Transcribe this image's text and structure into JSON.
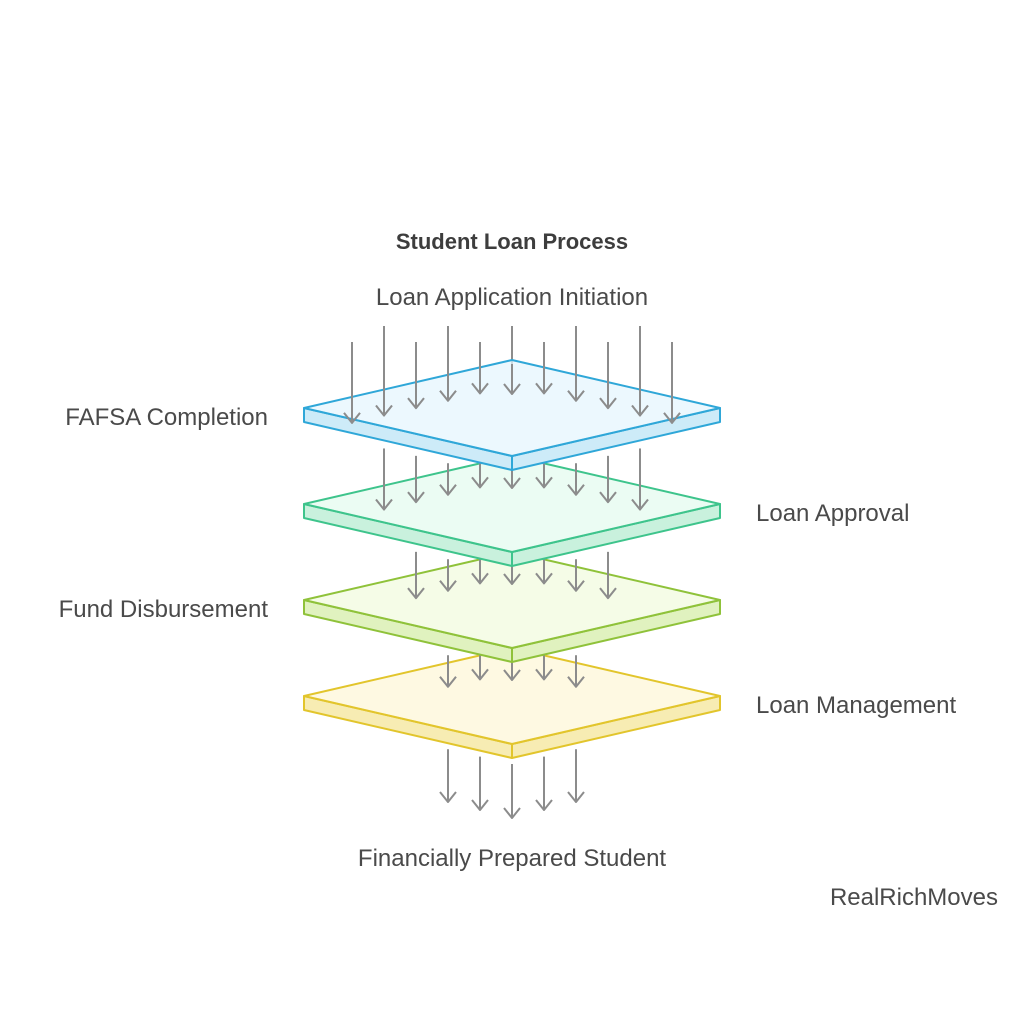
{
  "diagram": {
    "title": "Student Loan Process",
    "input_label": "Loan Application Initiation",
    "output_label": "Financially Prepared Student",
    "watermark": "RealRichMoves",
    "layers": [
      {
        "label": "FAFSA Completion",
        "side": "left",
        "stroke": "#2fa7d8",
        "fill": "#e6f6fd",
        "edge": "#cdebf8"
      },
      {
        "label": "Loan Approval",
        "side": "right",
        "stroke": "#3ec48c",
        "fill": "#e4fbef",
        "edge": "#c9f1dd"
      },
      {
        "label": "Fund Disbursement",
        "side": "left",
        "stroke": "#8fc23a",
        "fill": "#f2fbdf",
        "edge": "#e0f2bf"
      },
      {
        "label": "Loan Management",
        "side": "right",
        "stroke": "#e2c52c",
        "fill": "#fdf7d8",
        "edge": "#f7ecb3"
      }
    ],
    "arrow_color": "#8c8c8c"
  }
}
